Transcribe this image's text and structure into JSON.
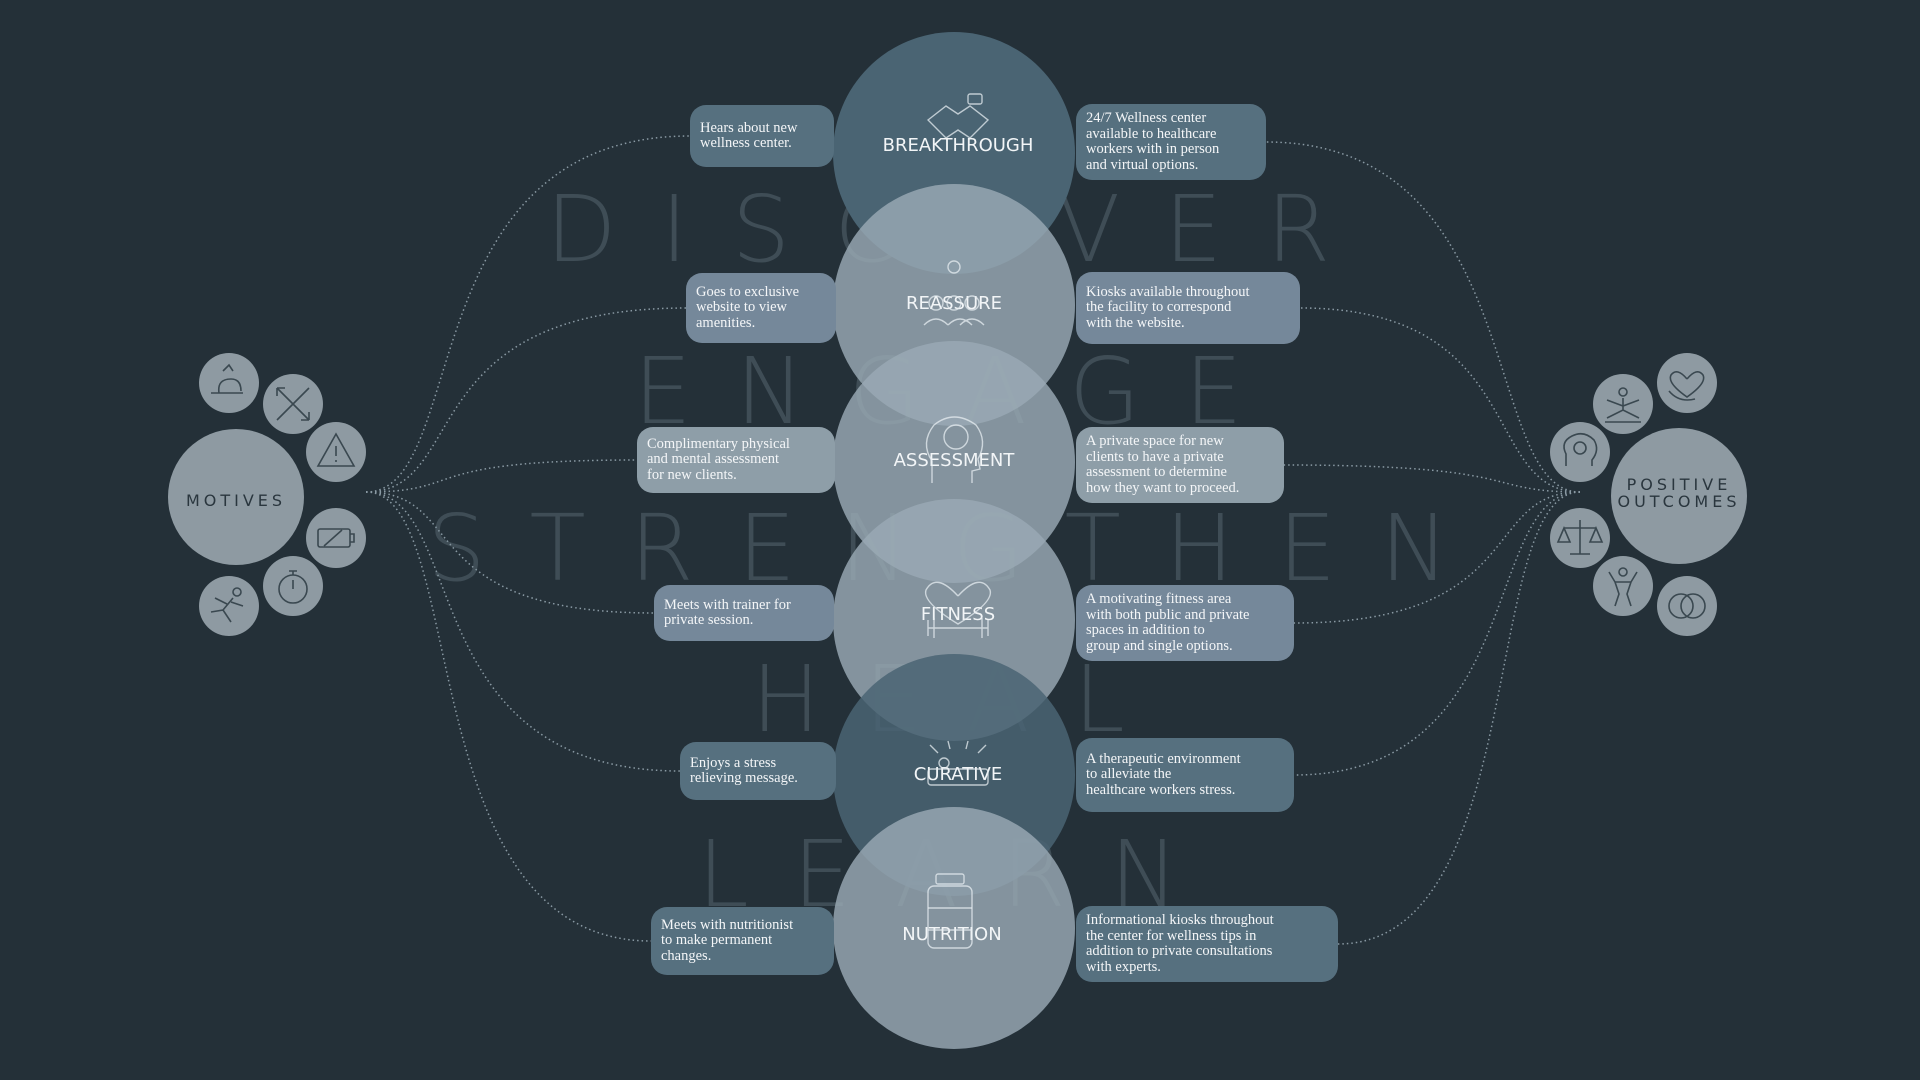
{
  "background": "#243038",
  "colors": {
    "circle_dark": "#4a6473",
    "circle_light": "#9aaab4",
    "box_dark": "#56707f",
    "box_mid": "#75889a",
    "box_light": "#8e9ea8",
    "hub": "#8e9aa2",
    "connector": "#8a9aa4"
  },
  "phases": [
    "DISCOVER",
    "ENGAGE",
    "STRENGTHEN",
    "HEAL",
    "LEARN"
  ],
  "stages": [
    {
      "label": "BREAKTHROUGH",
      "icon": "handshake-icon",
      "left": "Hears about new\nwellness center.",
      "right": "24/7 Wellness center\navailable to healthcare\nworkers with in person\nand virtual options."
    },
    {
      "label": "REASSURE",
      "icon": "people-group-icon",
      "left": "Goes to exclusive\nwebsite to view\namenities.",
      "right": "Kiosks available throughout\nthe facility to correspond\nwith the website."
    },
    {
      "label": "ASSESSMENT",
      "icon": "head-brain-icon",
      "left": "Complimentary physical\nand mental assessment\nfor new clients.",
      "right": "A private space for new\nclients to have a private\nassessment to  determine\nhow they want to proceed."
    },
    {
      "label": "FITNESS",
      "icon": "heart-dumbbell-icon",
      "left": "Meets with trainer for\nprivate session.",
      "right": "A motivating fitness area\nwith both public and private\nspaces in addition to\ngroup and single options."
    },
    {
      "label": "CURATIVE",
      "icon": "massage-icon",
      "left": "Enjoys a stress\nrelieving message.",
      "right": "A therapeutic environment\nto alleviate the\nhealthcare workers stress."
    },
    {
      "label": "NUTRITION",
      "icon": "supplement-bottle-icon",
      "left": "Meets with nutritionist\nto make permanent\nchanges.",
      "right": "Informational kiosks throughout\nthe center for wellness tips in\naddition to private consultations\nwith experts."
    }
  ],
  "motives": {
    "label": "MOTIVES",
    "icons": [
      "tired-person-icon",
      "crossed-arrows-icon",
      "warning-icon",
      "low-battery-icon",
      "stopwatch-icon",
      "running-person-icon"
    ]
  },
  "outcomes": {
    "label": "POSITIVE\nOUTCOMES",
    "icons": [
      "heart-hand-icon",
      "meditation-icon",
      "brain-gear-icon",
      "balance-scale-icon",
      "strong-person-icon",
      "overlap-circles-icon"
    ]
  }
}
